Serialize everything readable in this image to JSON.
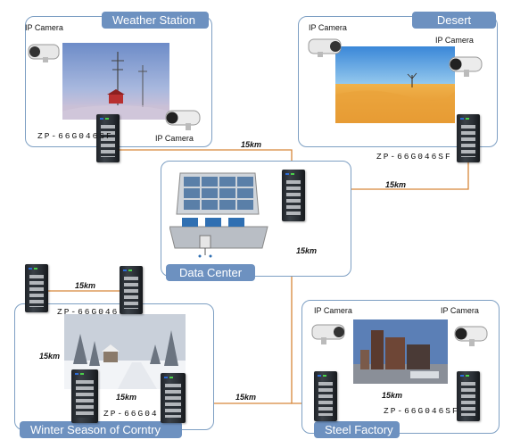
{
  "panels": {
    "weather": {
      "title": "Weather Station",
      "camera_labels": [
        "IP Camera",
        "IP Camera"
      ],
      "model": "ZP-66G046SF"
    },
    "desert": {
      "title": "Desert",
      "camera_labels": [
        "IP Camera",
        "IP Camera"
      ],
      "model": "ZP-66G046SF"
    },
    "datacenter": {
      "title": "Data Center"
    },
    "winter": {
      "title": "Winter Season of Corntry",
      "models": [
        "ZP-66G046",
        "ZP-66G04"
      ]
    },
    "steel": {
      "title": "Steel Factory",
      "camera_labels": [
        "IP Camera",
        "IP Camera"
      ],
      "model": "ZP-66G046SF"
    }
  },
  "links": {
    "weather_to_center": "15km",
    "desert_to_center": "15km",
    "center_to_steel": "15km",
    "winter_top": "15km",
    "winter_left": "15km",
    "winter_bottom": "15km",
    "winter_to_steel": "15km",
    "steel_inner": "15km"
  },
  "colors": {
    "link_orange": "#d7873a",
    "link_cyan": "#44aacc",
    "panel_border": "#7d9fc3",
    "title_bg": "#6d91c0"
  }
}
